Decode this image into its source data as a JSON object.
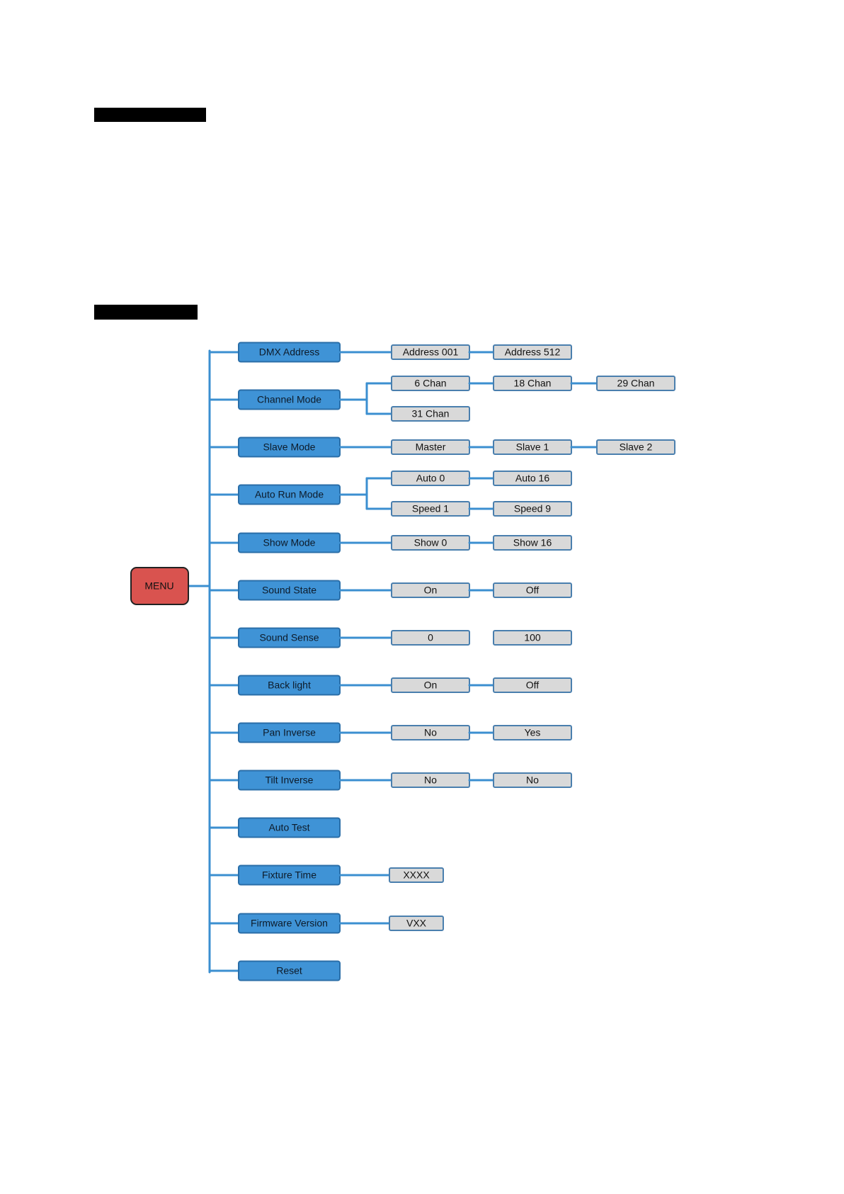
{
  "colors": {
    "connector": "#3b8fd0",
    "menu_item_fill": "#3f93d6",
    "menu_item_stroke": "#2a6ea8",
    "option_fill": "#d9d9d9",
    "option_stroke": "#4a7fae",
    "root_fill": "#d9534f",
    "root_stroke": "#222222"
  },
  "root": {
    "label": "MENU"
  },
  "menu_items": [
    {
      "label": "DMX Address",
      "rows": [
        [
          "Address  001",
          "Address  512"
        ]
      ]
    },
    {
      "label": "Channel Mode",
      "rows": [
        [
          "6 Chan",
          "18 Chan",
          "29 Chan"
        ],
        [
          "31 Chan"
        ]
      ]
    },
    {
      "label": "Slave Mode",
      "rows": [
        [
          "Master",
          "Slave 1",
          "Slave 2"
        ]
      ]
    },
    {
      "label": "Auto Run Mode",
      "rows": [
        [
          "Auto 0",
          "Auto 16"
        ],
        [
          "Speed  1",
          "Speed  9"
        ]
      ]
    },
    {
      "label": "Show Mode",
      "rows": [
        [
          "Show  0",
          "Show 16"
        ]
      ]
    },
    {
      "label": "Sound State",
      "rows": [
        [
          "On",
          "Off"
        ]
      ]
    },
    {
      "label": "Sound Sense",
      "rows": [
        [
          "0",
          "100"
        ]
      ]
    },
    {
      "label": "Back light",
      "rows": [
        [
          "On",
          "Off"
        ]
      ]
    },
    {
      "label": "Pan Inverse",
      "rows": [
        [
          "No",
          "Yes"
        ]
      ]
    },
    {
      "label": "Tilt Inverse",
      "rows": [
        [
          "No",
          "No"
        ]
      ]
    },
    {
      "label": "Auto Test",
      "rows": []
    },
    {
      "label": "Fixture Time",
      "rows": [
        [
          "XXXX"
        ]
      ]
    },
    {
      "label": "Firmware Version",
      "rows": [
        [
          "VXX"
        ]
      ]
    },
    {
      "label": "Reset",
      "rows": []
    }
  ]
}
